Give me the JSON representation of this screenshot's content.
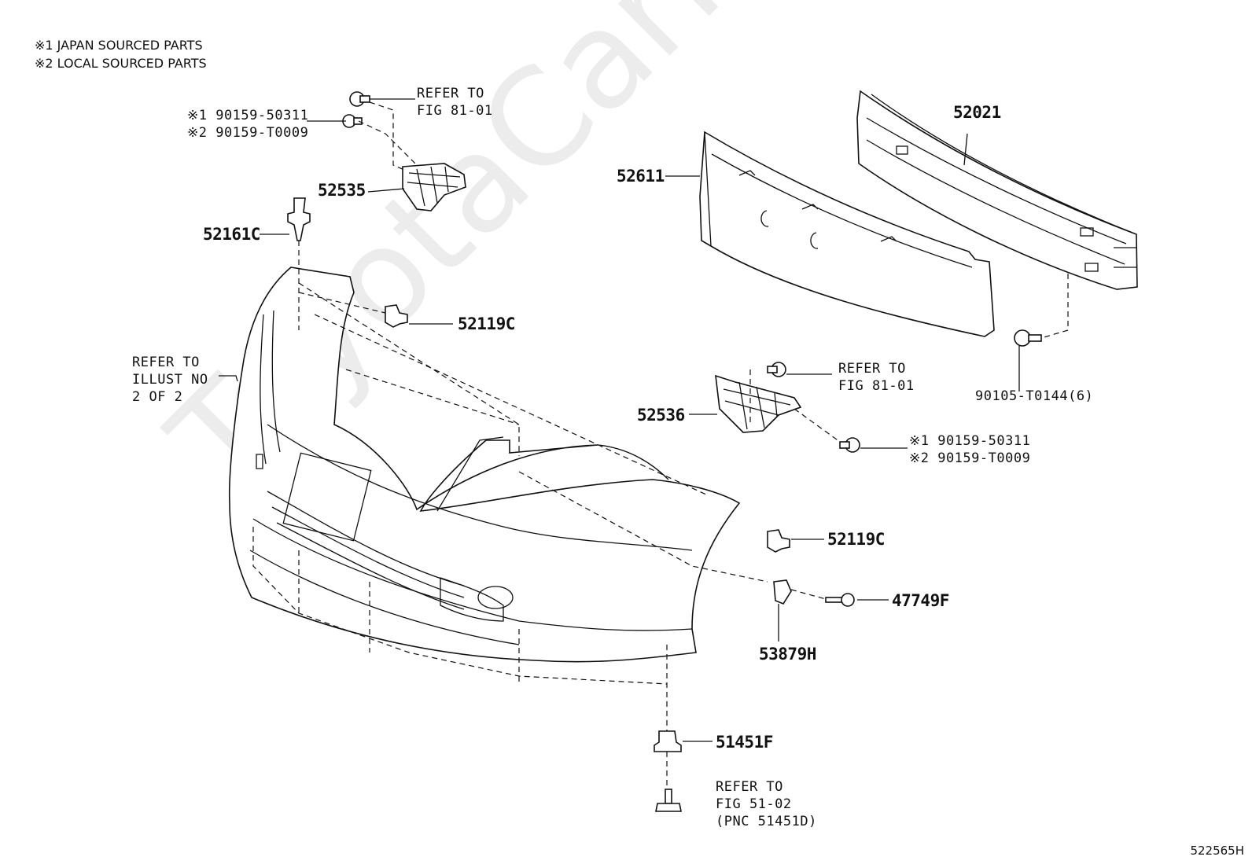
{
  "notes": {
    "note_1": "※1 JAPAN SOURCED PARTS",
    "note_2": "※2 LOCAL SOURCED PARTS"
  },
  "callouts": {
    "refer_fig_8101_top": [
      "REFER TO",
      "FIG 81-01"
    ],
    "clip_pair_top": [
      "※1 90159-50311",
      "※2 90159-T0009"
    ],
    "bracket_left": "52535",
    "clip_52161c": "52161C",
    "clip_52119c_top": "52119C",
    "refer_illust": [
      "REFER TO",
      "ILLUST NO",
      "2 OF 2"
    ],
    "reinforcement": "52021",
    "absorber": "52611",
    "bolt_90105": "90105-T0144(6)",
    "refer_fig_8101_mid": [
      "REFER TO",
      "FIG 81-01"
    ],
    "bracket_right": "52536",
    "clip_pair_mid": [
      "※1 90159-50311",
      "※2 90159-T0009"
    ],
    "clip_52119c_bottom": "52119C",
    "screw_47749f": "47749F",
    "retainer_53879h": "53879H",
    "nut_51451f": "51451F",
    "refer_fig_5102": [
      "REFER TO",
      "FIG 51-02",
      "(PNC 51451D)"
    ]
  },
  "watermark": "ToyotaCarMine.ru",
  "figure_id": "522565H"
}
